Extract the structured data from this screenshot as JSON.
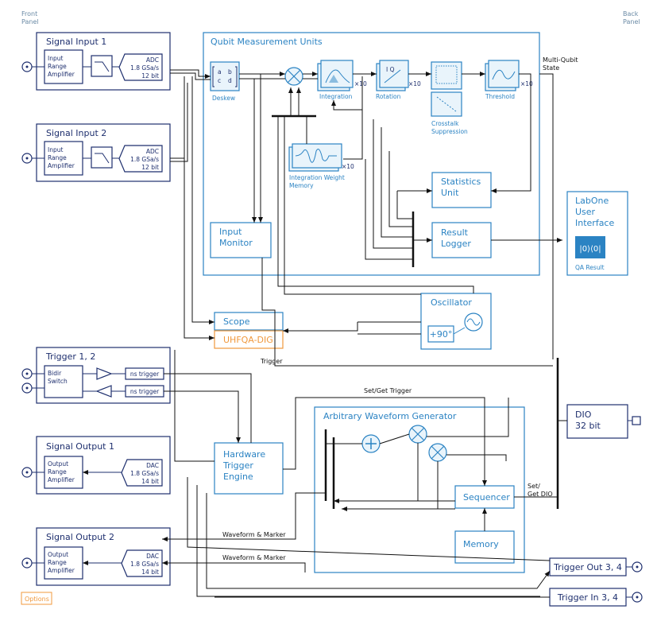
{
  "panel": {
    "front": [
      "Front",
      "Panel"
    ],
    "back": [
      "Back",
      "Panel"
    ]
  },
  "signal_inputs": [
    {
      "title": "Signal Input 1",
      "amp": [
        "Input",
        "Range",
        "Amplifier"
      ],
      "adc": [
        "ADC",
        "1.8 GSa/s",
        "12 bit"
      ]
    },
    {
      "title": "Signal Input 2",
      "amp": [
        "Input",
        "Range",
        "Amplifier"
      ],
      "adc": [
        "ADC",
        "1.8 GSa/s",
        "12 bit"
      ]
    }
  ],
  "qmu": {
    "title": "Qubit Measurement Units",
    "deskew": "Deskew",
    "deskew_matrix": [
      "a",
      "b",
      "c",
      "d"
    ],
    "integration": "Integration",
    "rotation": "Rotation",
    "crosstalk": [
      "Crosstalk",
      "Suppression"
    ],
    "threshold": "Threshold",
    "x10": "×10",
    "iwm": [
      "Integration Weight",
      "Memory"
    ],
    "statistics": [
      "Statistics",
      "Unit"
    ],
    "input_monitor": [
      "Input",
      "Monitor"
    ],
    "result_logger": [
      "Result",
      "Logger"
    ],
    "multi_qubit": [
      "Multi-Qubit",
      "State"
    ]
  },
  "labone": {
    "title": [
      "LabOne",
      "User",
      "Interface"
    ],
    "ket": "|0⟩⟨0|",
    "caption": "QA Result"
  },
  "scope": "Scope",
  "dig": "UHFQA-DIG",
  "oscillator": {
    "title": "Oscillator",
    "phase": "+90°"
  },
  "trigger12": {
    "title": "Trigger 1, 2",
    "switch": [
      "Bidir",
      "Switch"
    ],
    "ns": "ns trigger"
  },
  "labels": {
    "trigger": "Trigger",
    "setget_trigger": "Set/Get Trigger",
    "setget_dio": [
      "Set/",
      "Get DIO"
    ],
    "wf_marker": "Waveform & Marker"
  },
  "hte": [
    "Hardware",
    "Trigger",
    "Engine"
  ],
  "awg": {
    "title": "Arbitrary Waveform Generator",
    "sequencer": "Sequencer",
    "memory": "Memory"
  },
  "dio": [
    "DIO",
    "32 bit"
  ],
  "signal_outputs": [
    {
      "title": "Signal Output 1",
      "amp": [
        "Output",
        "Range",
        "Amplifier"
      ],
      "dac": [
        "DAC",
        "1.8 GSa/s",
        "14 bit"
      ]
    },
    {
      "title": "Signal Output 2",
      "amp": [
        "Output",
        "Range",
        "Amplifier"
      ],
      "dac": [
        "DAC",
        "1.8 GSa/s",
        "14 bit"
      ]
    }
  ],
  "trigger_out": "Trigger Out 3, 4",
  "trigger_in": "Trigger In 3, 4",
  "options": "Options"
}
